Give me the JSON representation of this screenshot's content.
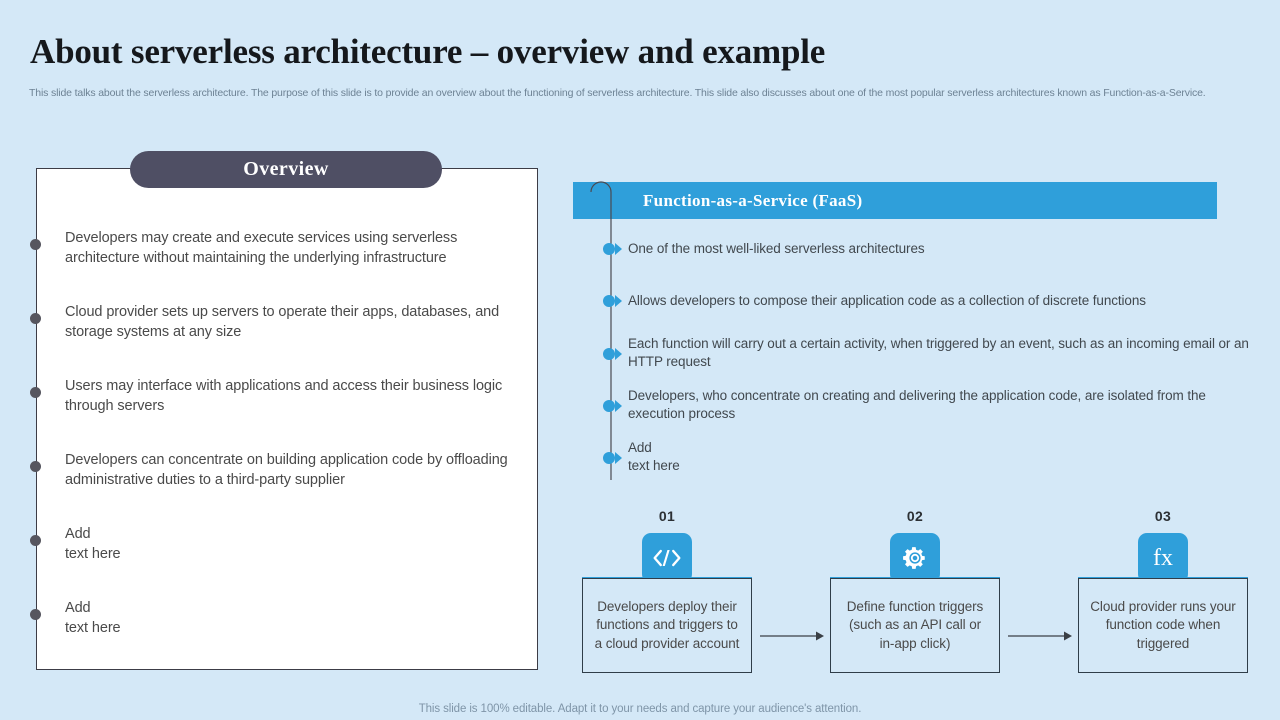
{
  "slide": {
    "title": "About serverless architecture – overview and example",
    "subtitle": "This slide talks about the serverless architecture. The purpose of this slide is to provide an overview about the functioning of serverless architecture. This slide also discusses about one of the most popular serverless architectures known as Function-as-a-Service.",
    "footer": "This slide is 100% editable. Adapt it to your needs and capture your audience's attention.",
    "background_color": "#d4e8f7"
  },
  "overview": {
    "heading": "Overview",
    "heading_bg": "#4f4f64",
    "panel_bg": "#ffffff",
    "bullet_color": "#56565f",
    "items": [
      {
        "text": "Developers may create and execute services using serverless architecture without maintaining the underlying infrastructure"
      },
      {
        "text": "Cloud provider sets up servers to operate their apps, databases, and storage systems at any size"
      },
      {
        "text": "Users may interface with applications and access their business logic through servers"
      },
      {
        "text": "Developers can concentrate on building application code by offloading administrative duties to a third-party supplier"
      },
      {
        "text": "Add\ntext here"
      },
      {
        "text": "Add\ntext here"
      }
    ]
  },
  "faas": {
    "heading": "Function-as-a-Service (FaaS)",
    "heading_bg": "#2f9fda",
    "bullet_color": "#2f9fda",
    "items": [
      {
        "text": "One of the most well-liked serverless architectures"
      },
      {
        "text": "Allows developers to compose their application code as a collection of discrete functions"
      },
      {
        "text": "Each function will carry out a certain activity, when triggered by an event, such as an incoming email or an HTTP request"
      },
      {
        "text": "Developers, who concentrate on creating and delivering the application code, are isolated from the execution process"
      },
      {
        "text": "Add\ntext here"
      }
    ]
  },
  "process": {
    "accent_color": "#2f9fda",
    "steps": [
      {
        "number": "01",
        "icon": "code-brackets-icon",
        "text": "Developers deploy their functions and triggers to a cloud provider account"
      },
      {
        "number": "02",
        "icon": "gear-icon",
        "text": "Define function triggers (such as an API call or in-app click)"
      },
      {
        "number": "03",
        "icon": "fx-icon",
        "icon_label": "fx",
        "text": "Cloud provider runs your function code when triggered"
      }
    ]
  }
}
